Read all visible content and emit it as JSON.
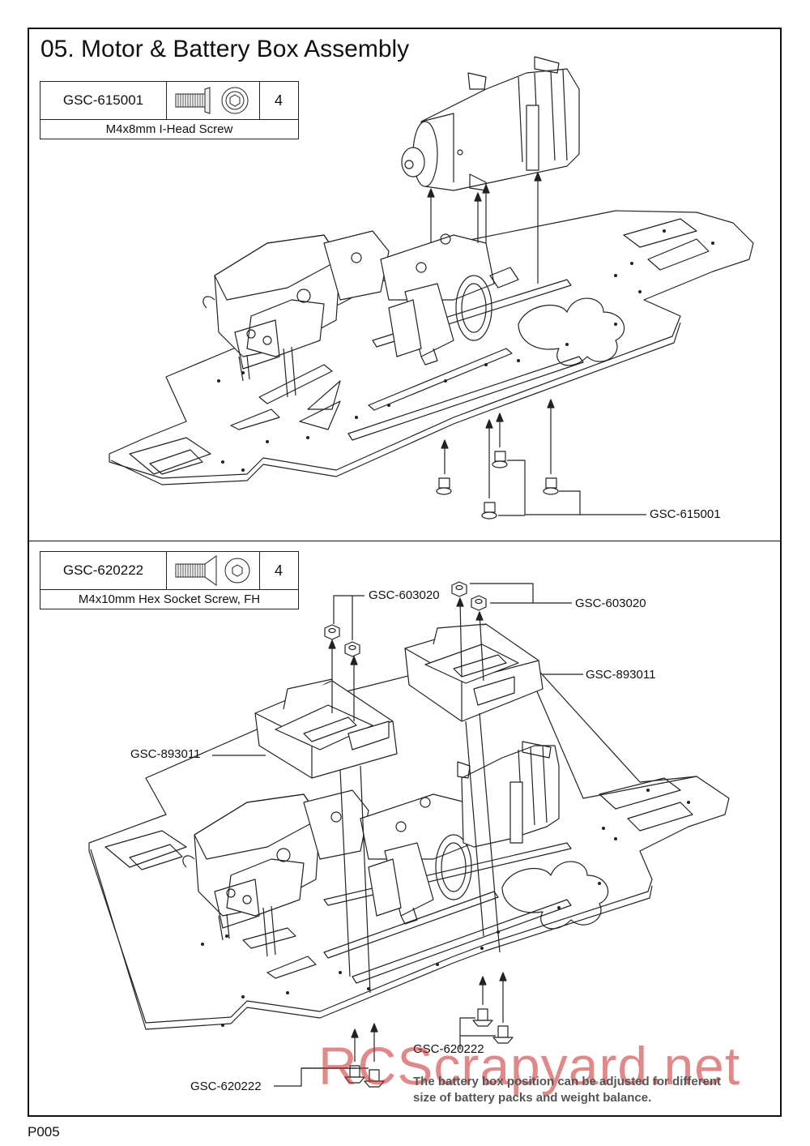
{
  "section": {
    "title": "05. Motor & Battery Box Assembly"
  },
  "parts_top": {
    "code": "GSC-615001",
    "qty": "4",
    "desc": "M4x8mm I-Head Screw",
    "icon": "i-head-screw-icon"
  },
  "parts_bottom": {
    "code": "GSC-620222",
    "qty": "4",
    "desc": "M4x10mm Hex Socket Screw, FH",
    "icon": "flat-head-screw-icon"
  },
  "callouts": {
    "top_screw": "GSC-615001",
    "nut_left": "GSC-603020",
    "nut_right": "GSC-603020",
    "box_right": "GSC-893011",
    "box_left": "GSC-893011",
    "screw_right": "GSC-620222",
    "screw_left": "GSC-620222"
  },
  "note": {
    "line1": "The battery box position can be adjusted for different",
    "line2": "size of battery packs and weight balance."
  },
  "watermark": "RCScrapyard.net",
  "page": {
    "number": "P005"
  }
}
